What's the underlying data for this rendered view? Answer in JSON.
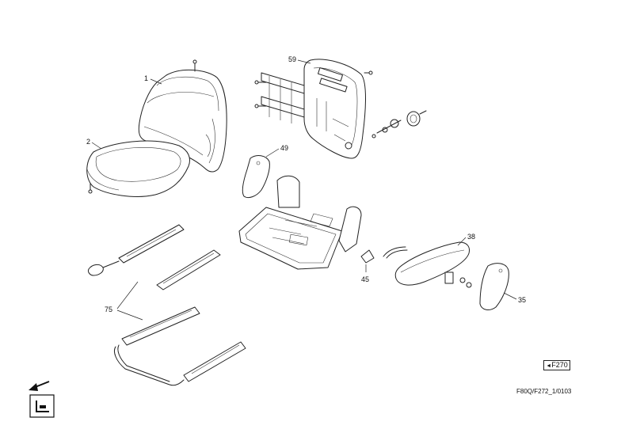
{
  "labels": {
    "p1": "1",
    "p2": "2",
    "p59": "59",
    "p49": "49",
    "p38": "38",
    "p45": "45",
    "p35": "35",
    "p75": "75"
  },
  "reference": {
    "arrow": "◄",
    "code": "F270"
  },
  "document_code": "F80Q/F272_1/0103",
  "icons": {
    "nav_arrow": "arrow-down-left-icon",
    "seat_symbol": "seat-symbol-icon"
  }
}
